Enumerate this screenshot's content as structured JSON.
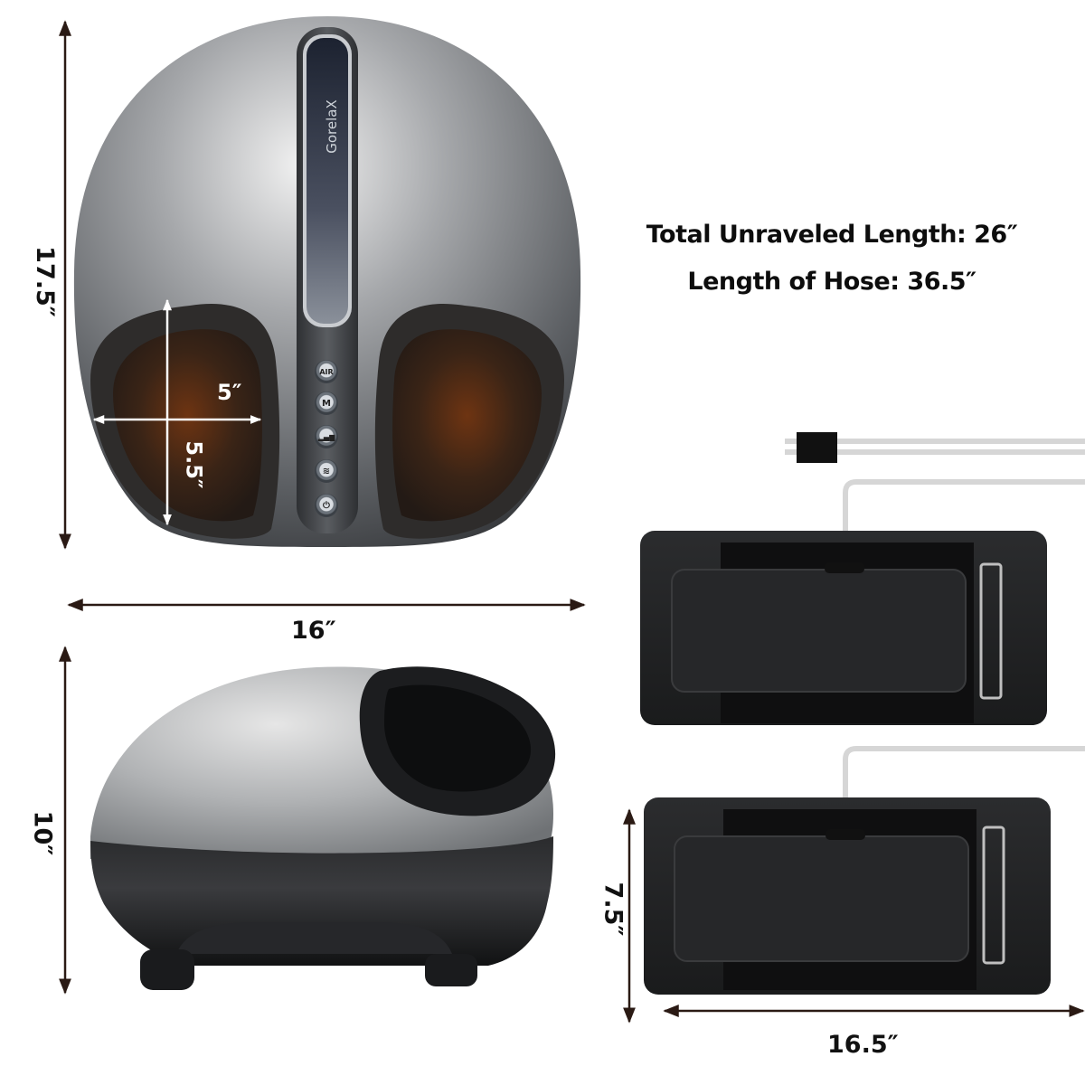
{
  "product": {
    "brand": "GorelaX",
    "control_buttons": [
      {
        "id": "air",
        "label": "AIR",
        "icon": "air-icon"
      },
      {
        "id": "mode",
        "label": "M",
        "icon": "mode-icon"
      },
      {
        "id": "intensity",
        "label": "▂▄▆",
        "icon": "intensity-bars-icon"
      },
      {
        "id": "heat",
        "label": "≋",
        "icon": "heat-icon"
      },
      {
        "id": "power",
        "label": "⏻",
        "icon": "power-icon"
      }
    ]
  },
  "dimensions": {
    "massager_depth": "17.5″",
    "massager_width": "16″",
    "massager_height": "10″",
    "foot_cavity_width": "5″",
    "foot_cavity_height": "5.5″",
    "wrap_width": "16.5″",
    "wrap_height": "7.5″"
  },
  "specs": {
    "total_unraveled_length": "Total Unraveled Length:  26″",
    "hose_length": "Length of Hose:  36.5″"
  },
  "colors": {
    "body_gray": "#6b6e72",
    "body_dark": "#2a2b2d",
    "wrap_black": "#1e1f21",
    "warm_glow": "#6a3212",
    "arrow": "#2a1a14",
    "hose": "#d6d6d6"
  }
}
